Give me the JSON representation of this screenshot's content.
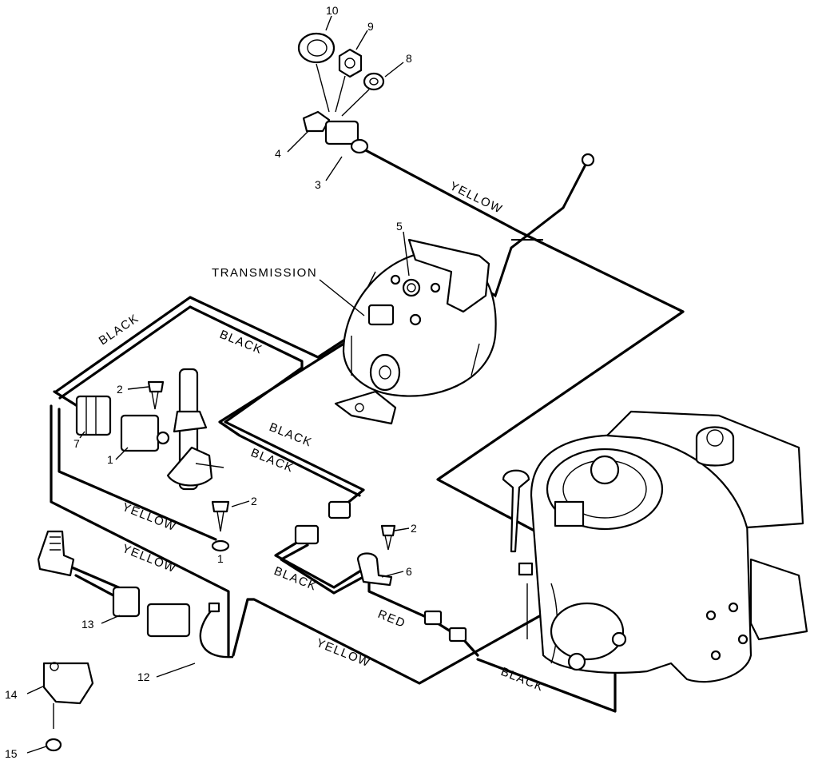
{
  "wire_labels": {
    "yellow_top": "YELLOW",
    "transmission": "TRANSMISSION",
    "black_outer": "BLACK",
    "black_inner": "BLACK",
    "black_mid1": "BLACK",
    "black_mid2": "BLACK",
    "yellow_left": "YELLOW",
    "yellow_lower": "YELLOW",
    "black_connector": "BLACK",
    "red": "RED",
    "yellow_bottom": "YELLOW",
    "black_engine": "BLACK"
  },
  "part_numbers": {
    "p1": "1",
    "p1b": "1",
    "p2a": "2",
    "p2b": "2",
    "p2c": "2",
    "p3": "3",
    "p4": "4",
    "p5": "5",
    "p6": "6",
    "p7": "7",
    "p8": "8",
    "p9": "9",
    "p10": "10",
    "p12": "12",
    "p13": "13",
    "p14": "14",
    "p15": "15"
  }
}
